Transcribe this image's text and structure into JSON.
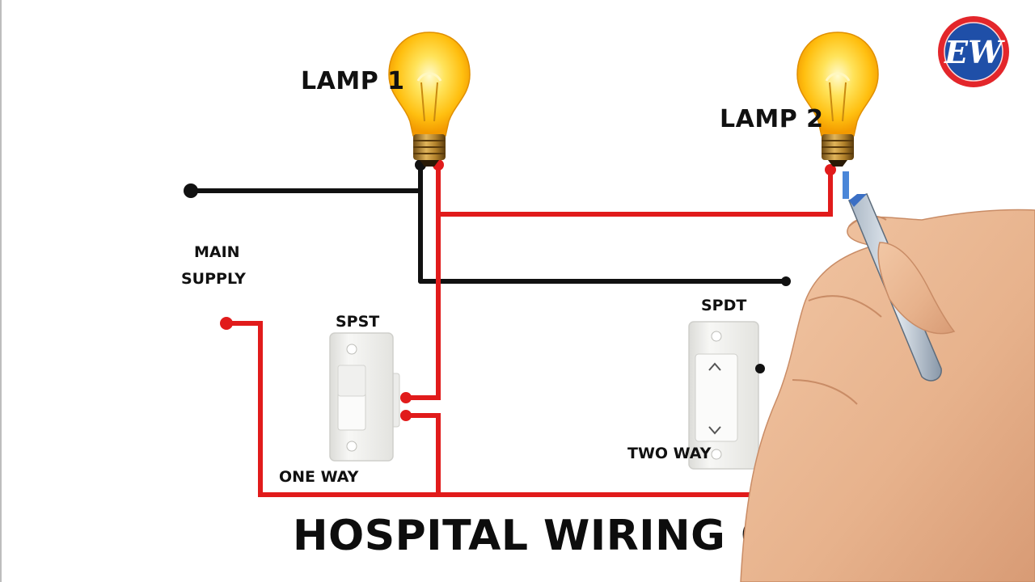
{
  "title": "HOSPITAL WIRING CIRCUIT",
  "logo": {
    "text": "EW",
    "ring_color": "#e3262b",
    "fill_color": "#1f4fa8"
  },
  "labels": {
    "lamp1": "LAMP 1",
    "lamp2": "LAMP 2",
    "main_supply_line1": "MAIN",
    "main_supply_line2": "SUPPLY",
    "spst": "SPST",
    "spdt": "SPDT",
    "one_way": "ONE WAY",
    "two_way": "TWO WAY"
  },
  "colors": {
    "neutral_wire": "#111111",
    "phase_wire": "#e11b1b",
    "bulb_glow": "#ffd21f",
    "bulb_base": "#b8862a",
    "switch_body": "#f4f4f2"
  },
  "icons": {
    "lamp": "light-bulb-icon",
    "switch_one_way": "one-way-switch-icon",
    "switch_two_way": "two-way-switch-icon",
    "marker": "marker-pen-icon",
    "hand": "hand-icon"
  }
}
